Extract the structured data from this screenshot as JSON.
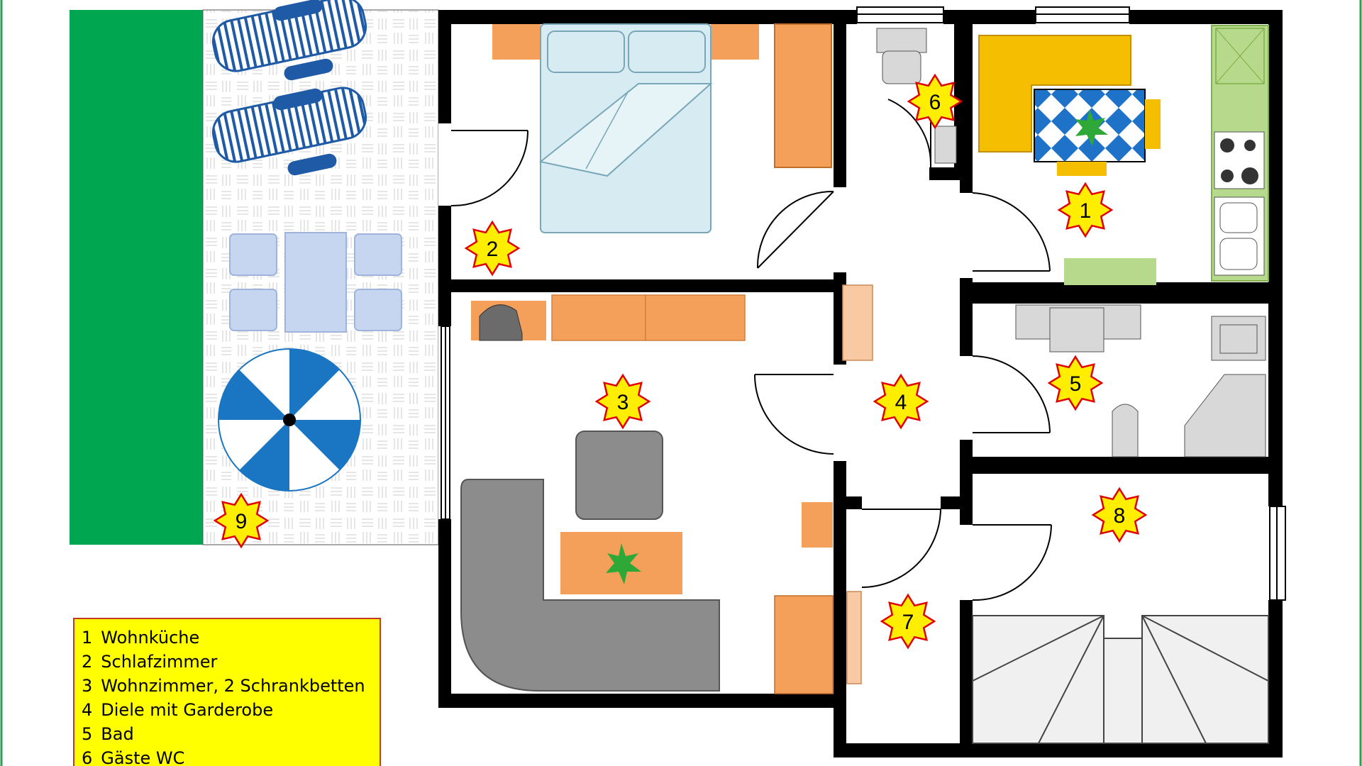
{
  "rooms": [
    {
      "number": "1",
      "name": "Wohnküche"
    },
    {
      "number": "2",
      "name": "Schlafzimmer"
    },
    {
      "number": "3",
      "name": "Wohnzimmer, 2 Schrankbetten"
    },
    {
      "number": "4",
      "name": "Diele mit Garderobe"
    },
    {
      "number": "5",
      "name": "Bad"
    },
    {
      "number": "6",
      "name": "Gäste WC"
    },
    {
      "number": "7",
      "name": ""
    },
    {
      "number": "8",
      "name": ""
    },
    {
      "number": "9",
      "name": ""
    }
  ],
  "colors": {
    "wall": "#000000",
    "lawn": "#00a650",
    "furniture_orange": "#f5a05a",
    "bed_blue": "#d6ecf2",
    "sofa_grey": "#8c8c8c",
    "couch_yellow": "#f6be00",
    "kitchen_green": "#b7d98b",
    "legend_bg": "#ffff00",
    "legend_border": "#c0392b",
    "star_fill": "#ffee00",
    "star_stroke": "#e00000",
    "umbrella_blue": "#1a75c2",
    "border_green": "#2e9e4f"
  }
}
